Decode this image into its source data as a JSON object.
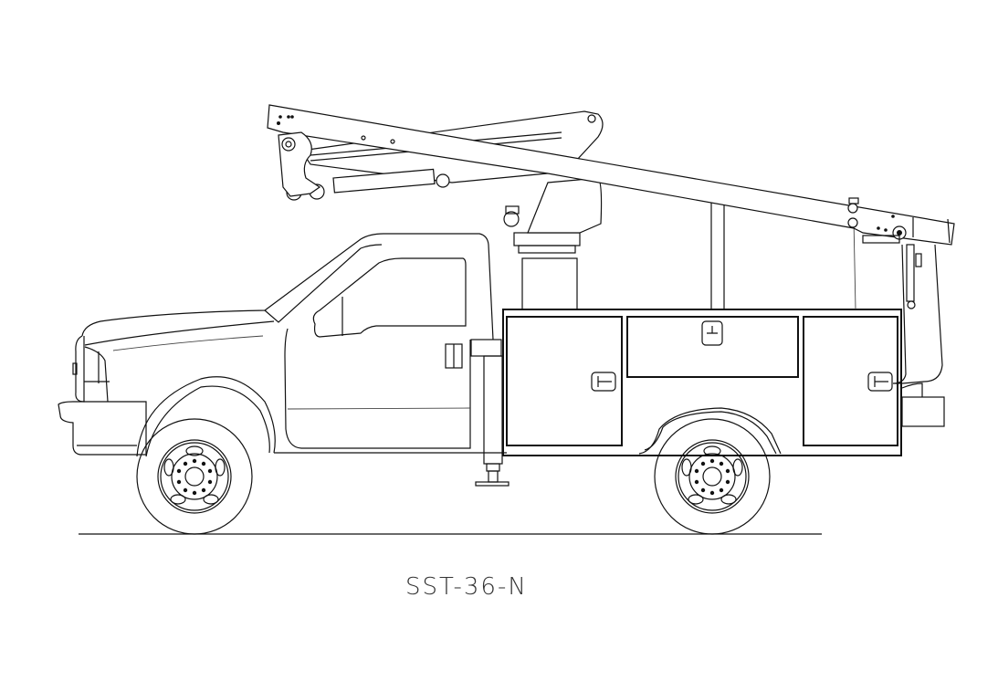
{
  "drawing": {
    "title": "SST-36-N",
    "subject": "bucket truck side elevation",
    "line_color": "#111111",
    "background": "#ffffff"
  },
  "components": [
    {
      "name": "cab",
      "label": ""
    },
    {
      "name": "service-body",
      "compartments": 3
    },
    {
      "name": "boom-upper",
      "label": ""
    },
    {
      "name": "boom-lower",
      "label": ""
    },
    {
      "name": "turntable-pedestal",
      "label": ""
    },
    {
      "name": "outrigger",
      "label": ""
    },
    {
      "name": "front-wheel",
      "label": ""
    },
    {
      "name": "rear-wheel",
      "label": ""
    },
    {
      "name": "boom-rest",
      "label": ""
    },
    {
      "name": "bucket-platform",
      "label": ""
    }
  ]
}
